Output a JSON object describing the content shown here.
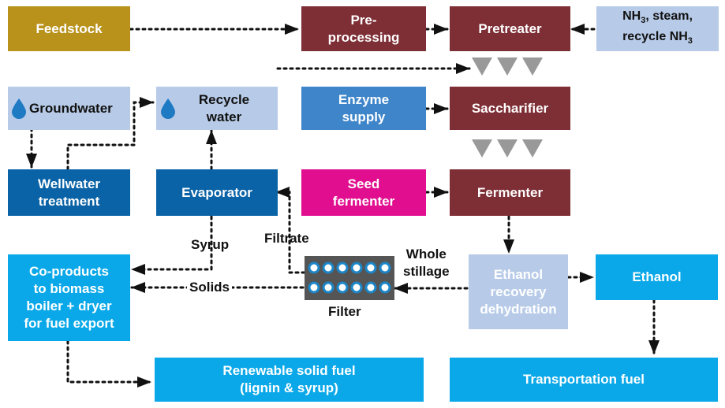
{
  "colors": {
    "gold": "#b8921b",
    "maroon": "#7e2e35",
    "light_blue": "#b8cdec",
    "medium_blue": "#3f85c9",
    "dark_blue": "#0a63a6",
    "magenta": "#e10f8f",
    "cyan": "#0aa8e8",
    "pale_blue": "#b7cbe8",
    "arrow_gray": "#999999",
    "filter_gray": "#555555"
  },
  "boxes": {
    "feedstock": "Feedstock",
    "preprocessing": [
      "Pre-",
      "processing"
    ],
    "pretreater": "Pretreater",
    "nh3_inputs": {
      "line1_a": "NH",
      "line1_sub": "3",
      "line1_b": ", steam,",
      "line2_a": "recycle NH",
      "line2_sub": "3"
    },
    "groundwater": "Groundwater",
    "recycle_water": [
      "Recycle",
      "water"
    ],
    "enzyme_supply": [
      "Enzyme",
      "supply"
    ],
    "saccharifier": "Saccharifier",
    "wellwater_treatment": [
      "Wellwater",
      "treatment"
    ],
    "evaporator": "Evaporator",
    "seed_fermenter": [
      "Seed",
      "fermenter"
    ],
    "fermenter": "Fermenter",
    "coproducts": [
      "Co-products",
      "to biomass",
      "boiler + dryer",
      "for fuel export"
    ],
    "ethanol_recovery": [
      "Ethanol",
      "recovery",
      "dehydration"
    ],
    "ethanol": "Ethanol",
    "renewable_fuel": [
      "Renewable solid fuel",
      "(lignin & syrup)"
    ],
    "transportation_fuel": "Transportation fuel"
  },
  "labels": {
    "syrup": "Syrup",
    "filtrate": "Filtrate",
    "solids": "Solids",
    "whole_stillage": [
      "Whole",
      "stillage"
    ],
    "filter": "Filter"
  }
}
